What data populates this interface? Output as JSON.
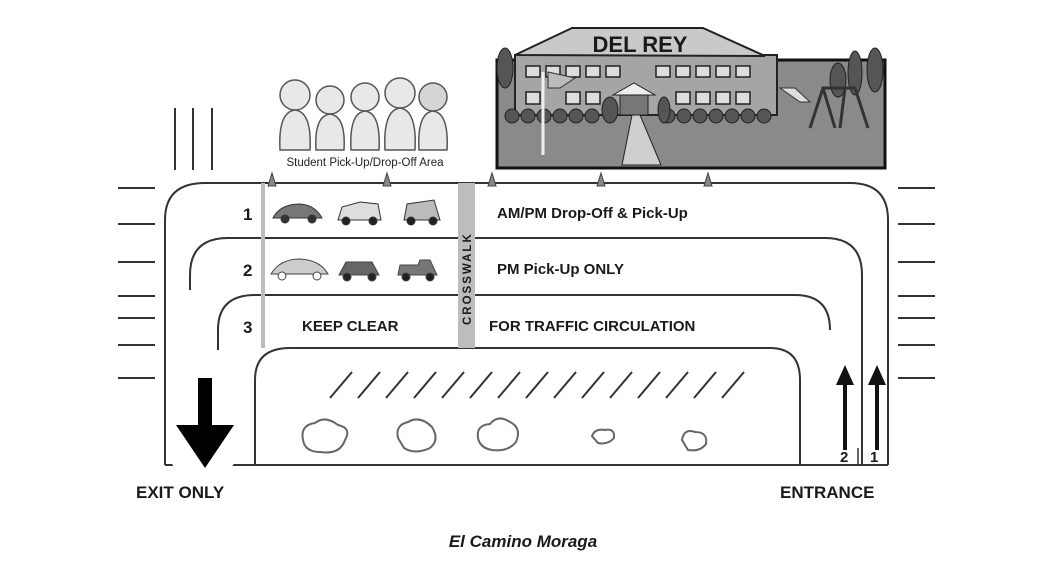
{
  "school": {
    "name": "DEL REY"
  },
  "pickup_area_caption": "Student Pick-Up/Drop-Off Area",
  "lanes": [
    {
      "number": "1",
      "label": "AM/PM Drop-Off & Pick-Up"
    },
    {
      "number": "2",
      "label": "PM Pick-Up ONLY"
    },
    {
      "number": "3",
      "label_left": "KEEP CLEAR",
      "label": "FOR TRAFFIC CIRCULATION"
    }
  ],
  "crosswalk_label": "CROSSWALK",
  "entrance_lane_numbers": [
    "2",
    "1"
  ],
  "exit_label": "EXIT ONLY",
  "entrance_label": "ENTRANCE",
  "street_name": "El Camino Moraga",
  "colors": {
    "ink": "#1a1a1a",
    "crosswalk": "#bdbdbd",
    "school_bg": "#8a8a8a"
  }
}
